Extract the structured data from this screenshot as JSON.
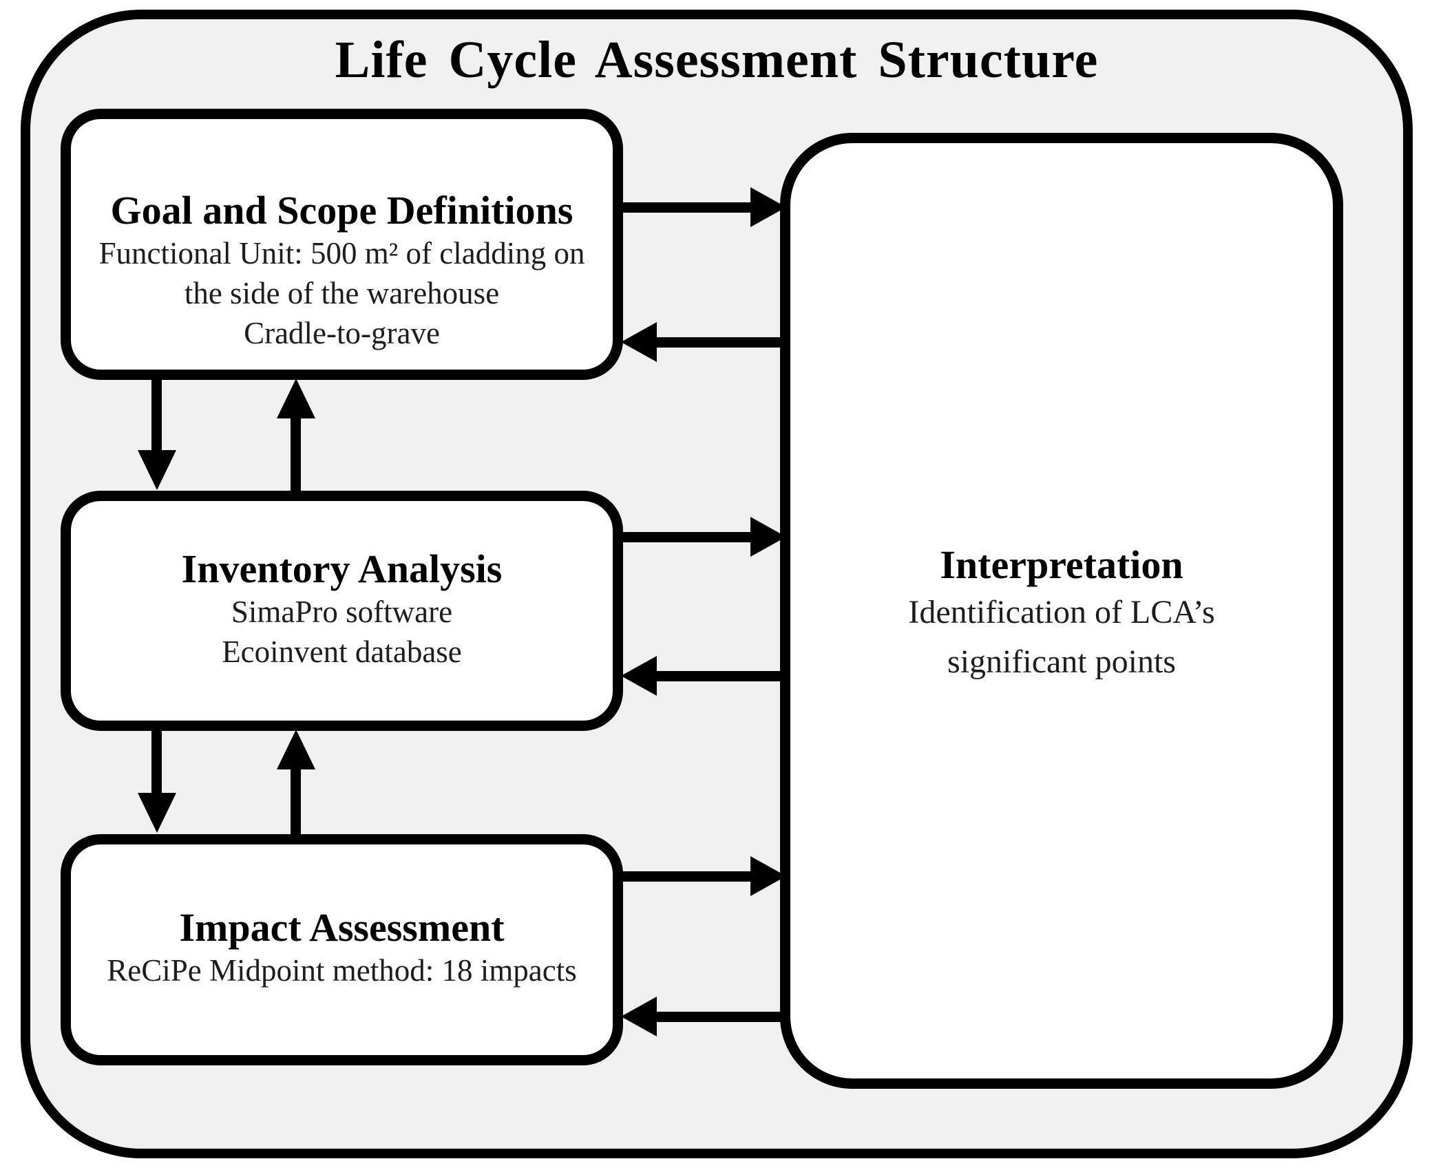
{
  "diagram": {
    "title": "Life Cycle Assessment Structure",
    "boxes": {
      "goal": {
        "heading": "Goal and Scope Definitions",
        "lines": [
          "Functional Unit: 500 m² of cladding on",
          "the side of the warehouse",
          "Cradle-to-grave"
        ]
      },
      "inventory": {
        "heading": "Inventory Analysis",
        "lines": [
          "SimaPro software",
          "Ecoinvent database"
        ]
      },
      "impact": {
        "heading": "Impact Assessment",
        "lines": [
          "ReCiPe Midpoint method: 18 impacts"
        ]
      },
      "interpretation": {
        "heading": "Interpretation",
        "lines": [
          "Identification of LCA’s",
          "significant points"
        ]
      }
    },
    "colors": {
      "frame_fill": "#f0f0f0",
      "box_fill": "#ffffff",
      "stroke": "#000000",
      "body_text": "#1d1d1d"
    }
  }
}
